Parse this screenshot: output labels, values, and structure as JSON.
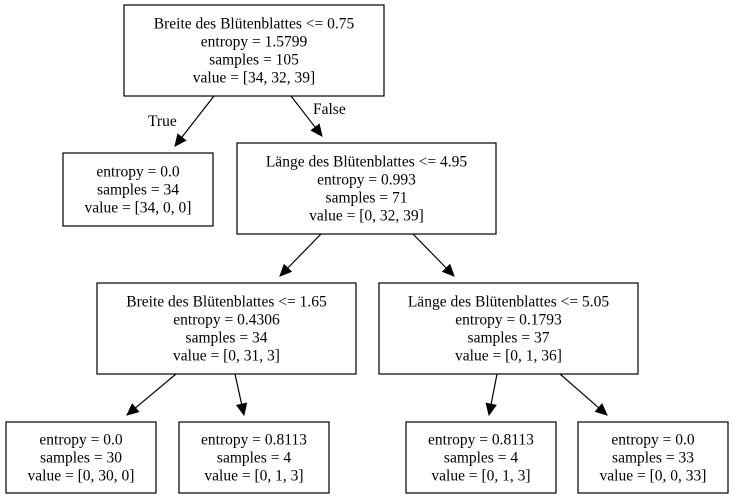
{
  "nodes": [
    {
      "id": "n0",
      "lines": [
        "Breite des Blütenblattes <= 0.75",
        "entropy = 1.5799",
        "samples = 105",
        "value = [34, 32, 39]"
      ]
    },
    {
      "id": "n1",
      "lines": [
        "entropy = 0.0",
        "samples = 34",
        "value = [34, 0, 0]"
      ]
    },
    {
      "id": "n2",
      "lines": [
        "Länge des Blütenblattes <= 4.95",
        "entropy = 0.993",
        "samples = 71",
        "value = [0, 32, 39]"
      ]
    },
    {
      "id": "n3",
      "lines": [
        "Breite des Blütenblattes <= 1.65",
        "entropy = 0.4306",
        "samples = 34",
        "value = [0, 31, 3]"
      ]
    },
    {
      "id": "n4",
      "lines": [
        "Länge des Blütenblattes <= 5.05",
        "entropy = 0.1793",
        "samples = 37",
        "value = [0, 1, 36]"
      ]
    },
    {
      "id": "n5",
      "lines": [
        "entropy = 0.0",
        "samples = 30",
        "value = [0, 30, 0]"
      ]
    },
    {
      "id": "n6",
      "lines": [
        "entropy = 0.8113",
        "samples = 4",
        "value = [0, 1, 3]"
      ]
    },
    {
      "id": "n7",
      "lines": [
        "entropy = 0.8113",
        "samples = 4",
        "value = [0, 1, 3]"
      ]
    },
    {
      "id": "n8",
      "lines": [
        "entropy = 0.0",
        "samples = 33",
        "value = [0, 0, 33]"
      ]
    }
  ],
  "edges": [
    {
      "from": "n0",
      "to": "n1",
      "label": "True"
    },
    {
      "from": "n0",
      "to": "n2",
      "label": "False"
    },
    {
      "from": "n2",
      "to": "n3",
      "label": ""
    },
    {
      "from": "n2",
      "to": "n4",
      "label": ""
    },
    {
      "from": "n3",
      "to": "n5",
      "label": ""
    },
    {
      "from": "n3",
      "to": "n6",
      "label": ""
    },
    {
      "from": "n4",
      "to": "n7",
      "label": ""
    },
    {
      "from": "n4",
      "to": "n8",
      "label": ""
    }
  ]
}
